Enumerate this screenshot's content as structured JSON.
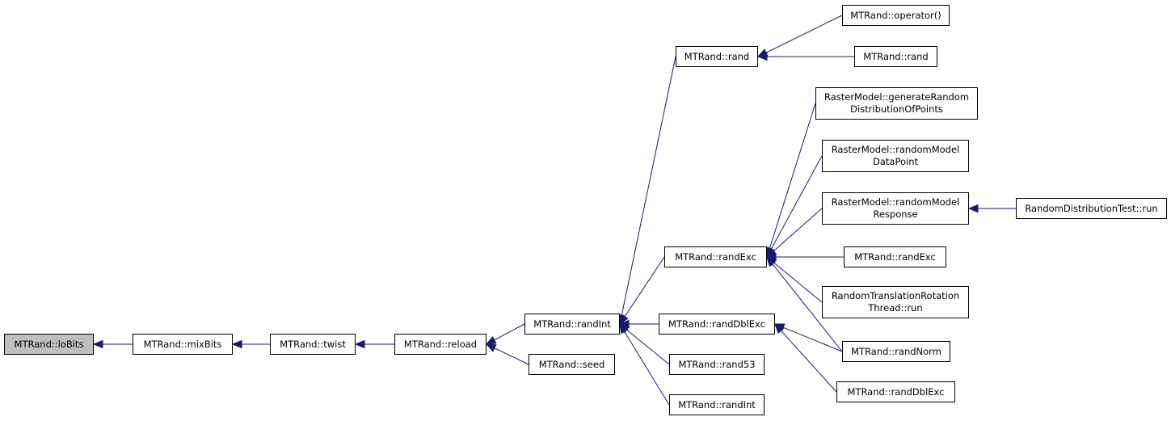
{
  "colors": {
    "edge": "#191970",
    "border": "#000000",
    "focus_fill": "#bfbfbf",
    "node_fill": "#ffffff"
  },
  "nodes": {
    "lobits": {
      "lines": [
        "MTRand::loBits"
      ],
      "focus": true
    },
    "mixbits": {
      "lines": [
        "MTRand::mixBits"
      ]
    },
    "twist": {
      "lines": [
        "MTRand::twist"
      ]
    },
    "reload": {
      "lines": [
        "MTRand::reload"
      ]
    },
    "randint_a": {
      "lines": [
        "MTRand::randInt"
      ]
    },
    "seed": {
      "lines": [
        "MTRand::seed"
      ]
    },
    "rand_a": {
      "lines": [
        "MTRand::rand"
      ]
    },
    "operator": {
      "lines": [
        "MTRand::operator()"
      ]
    },
    "rand_b": {
      "lines": [
        "MTRand::rand"
      ]
    },
    "randexc_a": {
      "lines": [
        "MTRand::randExc"
      ]
    },
    "randdblexc_a": {
      "lines": [
        "MTRand::randDblExc"
      ]
    },
    "rand53": {
      "lines": [
        "MTRand::rand53"
      ]
    },
    "randint_b": {
      "lines": [
        "MTRand::randInt"
      ]
    },
    "genrandom": {
      "lines": [
        "RasterModel::generateRandom",
        "DistributionOfPoints"
      ]
    },
    "datapoint": {
      "lines": [
        "RasterModel::randomModel",
        "DataPoint"
      ]
    },
    "response": {
      "lines": [
        "RasterModel::randomModel",
        "Response"
      ]
    },
    "randexc_b": {
      "lines": [
        "MTRand::randExc"
      ]
    },
    "rtrthread": {
      "lines": [
        "RandomTranslationRotation",
        "Thread::run"
      ]
    },
    "randnorm": {
      "lines": [
        "MTRand::randNorm"
      ]
    },
    "randdblexc_b": {
      "lines": [
        "MTRand::randDblExc"
      ]
    },
    "rdtrun": {
      "lines": [
        "RandomDistributionTest::run"
      ]
    }
  },
  "edges": [
    [
      "mixbits",
      "lobits"
    ],
    [
      "twist",
      "mixbits"
    ],
    [
      "reload",
      "twist"
    ],
    [
      "randint_a",
      "reload"
    ],
    [
      "seed",
      "reload"
    ],
    [
      "rand_a",
      "randint_a"
    ],
    [
      "randexc_a",
      "randint_a"
    ],
    [
      "randdblexc_a",
      "randint_a"
    ],
    [
      "rand53",
      "randint_a"
    ],
    [
      "randint_b",
      "randint_a"
    ],
    [
      "operator",
      "rand_a"
    ],
    [
      "rand_b",
      "rand_a"
    ],
    [
      "genrandom",
      "randexc_a"
    ],
    [
      "datapoint",
      "randexc_a"
    ],
    [
      "response",
      "randexc_a"
    ],
    [
      "randexc_b",
      "randexc_a"
    ],
    [
      "rtrthread",
      "randexc_a"
    ],
    [
      "randnorm",
      "randexc_a"
    ],
    [
      "randnorm",
      "randdblexc_a"
    ],
    [
      "randdblexc_b",
      "randdblexc_a"
    ],
    [
      "rdtrun",
      "response"
    ]
  ]
}
